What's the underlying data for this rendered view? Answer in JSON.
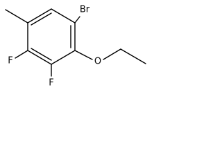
{
  "molecule": {
    "atoms": {
      "br": "Br",
      "o": "O",
      "f_upper": "F",
      "f_lower": "F"
    }
  }
}
